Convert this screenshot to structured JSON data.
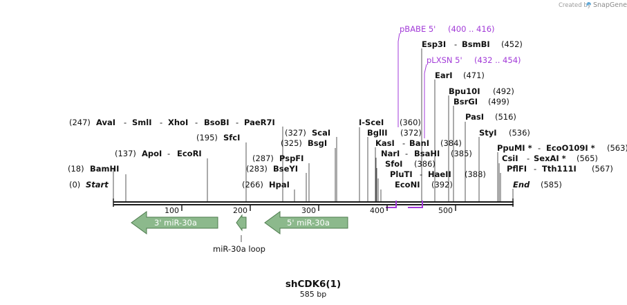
{
  "branding": {
    "created_by": "Created by",
    "product": "SnapGene"
  },
  "map": {
    "name": "shCDK6(1)",
    "length_label": "585 bp",
    "start_label": "Start",
    "start_pos": "(0)",
    "end_label": "End",
    "end_pos": "(585)",
    "ruler_ticks": [
      "100",
      "200",
      "300",
      "400",
      "500"
    ]
  },
  "enzymes": [
    {
      "id": "bamhi",
      "name": "BamHI",
      "pos": "(18)"
    },
    {
      "id": "apoi",
      "name": "ApoI",
      "pos": "(137)"
    },
    {
      "id": "ecori",
      "name": "EcoRI"
    },
    {
      "id": "avai",
      "name": "AvaI",
      "pos": "(247)"
    },
    {
      "id": "smli",
      "name": "SmlI"
    },
    {
      "id": "xhoi",
      "name": "XhoI"
    },
    {
      "id": "bsobi",
      "name": "BsoBI"
    },
    {
      "id": "paer7i",
      "name": "PaeR7I"
    },
    {
      "id": "sfci",
      "name": "SfcI",
      "pos": "(195)"
    },
    {
      "id": "hpai",
      "name": "HpaI",
      "pos": "(266)"
    },
    {
      "id": "bseyi",
      "name": "BseYI",
      "pos": "(283)"
    },
    {
      "id": "pspfi",
      "name": "PspFI",
      "pos": "(287)"
    },
    {
      "id": "bsgi",
      "name": "BsgI",
      "pos": "(325)"
    },
    {
      "id": "scai",
      "name": "ScaI",
      "pos": "(327)"
    },
    {
      "id": "i-scei",
      "name": "I-SceI",
      "pos": "(360)"
    },
    {
      "id": "bglii",
      "name": "BglII",
      "pos": "(372)"
    },
    {
      "id": "kasi",
      "name": "KasI"
    },
    {
      "id": "bani",
      "name": "BanI",
      "pos": "(384)"
    },
    {
      "id": "nari",
      "name": "NarI"
    },
    {
      "id": "bsahi",
      "name": "BsaHI",
      "pos": "(385)"
    },
    {
      "id": "sfoi",
      "name": "SfoI",
      "pos": "(386)"
    },
    {
      "id": "pluti",
      "name": "PluTI"
    },
    {
      "id": "haeii",
      "name": "HaeII",
      "pos": "(388)"
    },
    {
      "id": "econi",
      "name": "EcoNI",
      "pos": "(392)"
    },
    {
      "id": "esp3i",
      "name": "Esp3I"
    },
    {
      "id": "bsmbi",
      "name": "BsmBI",
      "pos": "(452)"
    },
    {
      "id": "eari",
      "name": "EarI",
      "pos": "(471)"
    },
    {
      "id": "bpu10i",
      "name": "Bpu10I",
      "pos": "(492)"
    },
    {
      "id": "bsrgi",
      "name": "BsrGI",
      "pos": "(499)"
    },
    {
      "id": "pasi",
      "name": "PasI",
      "pos": "(516)"
    },
    {
      "id": "styi",
      "name": "StyI",
      "pos": "(536)"
    },
    {
      "id": "ppumi",
      "name": "PpuMI *"
    },
    {
      "id": "ecoo109i",
      "name": "EcoO109I *",
      "pos": "(563)"
    },
    {
      "id": "csii",
      "name": "CsiI"
    },
    {
      "id": "sexai",
      "name": "SexAI *",
      "pos": "(565)"
    },
    {
      "id": "pflfi",
      "name": "PflFI"
    },
    {
      "id": "tth111i",
      "name": "Tth111I",
      "pos": "(567)"
    }
  ],
  "primers": [
    {
      "id": "pbabe5",
      "name": "pBABE 5'",
      "range": "(400 .. 416)"
    },
    {
      "id": "plxsn5",
      "name": "pLXSN 5'",
      "range": "(432 .. 454)"
    }
  ],
  "features": [
    {
      "id": "mir30a-3",
      "label": "3' miR-30a"
    },
    {
      "id": "mir30a-loop",
      "label": "miR-30a loop"
    },
    {
      "id": "mir30a-5",
      "label": "5' miR-30a"
    }
  ],
  "colors": {
    "feature_fill": "#8cb98c",
    "feature_stroke": "#4d7a4d",
    "primer": "#a23ad8",
    "backbone": "#1a1a1a",
    "leader_line": "#555555"
  }
}
